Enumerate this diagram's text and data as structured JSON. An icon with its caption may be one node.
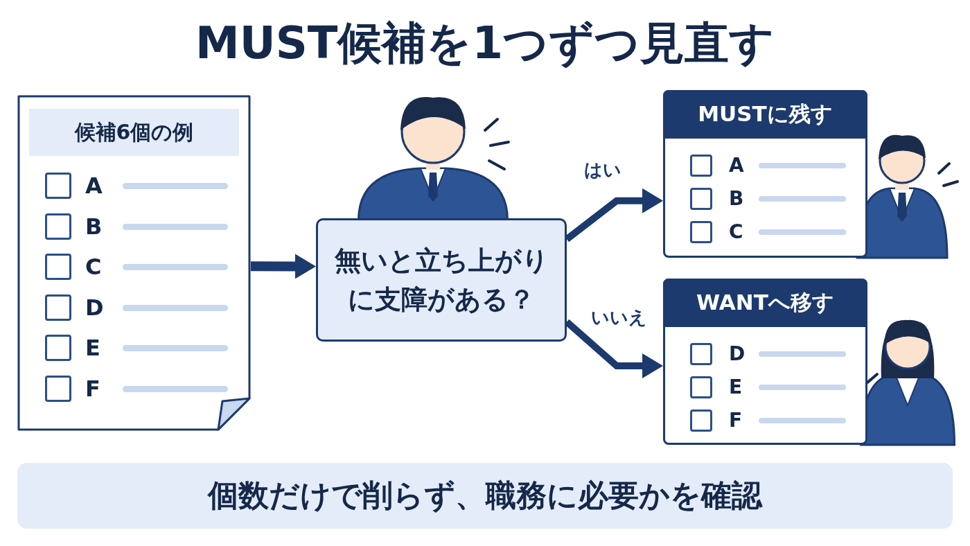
{
  "diagram": {
    "title": "MUST候補を1つずつ見直す",
    "caption": "個数だけで削らず、職務に必要かを確認",
    "nodes": [
      {
        "text": [
          "候補6個の例",
          "A",
          "B",
          "C",
          "D",
          "E",
          "F"
        ]
      },
      {
        "text": [
          "無いと立ち上がりに支障がある？"
        ]
      },
      {
        "text": [
          "MUSTに残す",
          "A",
          "B",
          "C"
        ]
      },
      {
        "text": [
          "WANTへ移す",
          "D",
          "E",
          "F"
        ]
      }
    ],
    "edges": [
      {
        "from": 0,
        "to": 1,
        "arrow": "to"
      },
      {
        "from": 1,
        "to": 2,
        "arrow": "to",
        "label": "はい"
      },
      {
        "from": 1,
        "to": 3,
        "arrow": "to",
        "label": "いいえ"
      }
    ]
  }
}
